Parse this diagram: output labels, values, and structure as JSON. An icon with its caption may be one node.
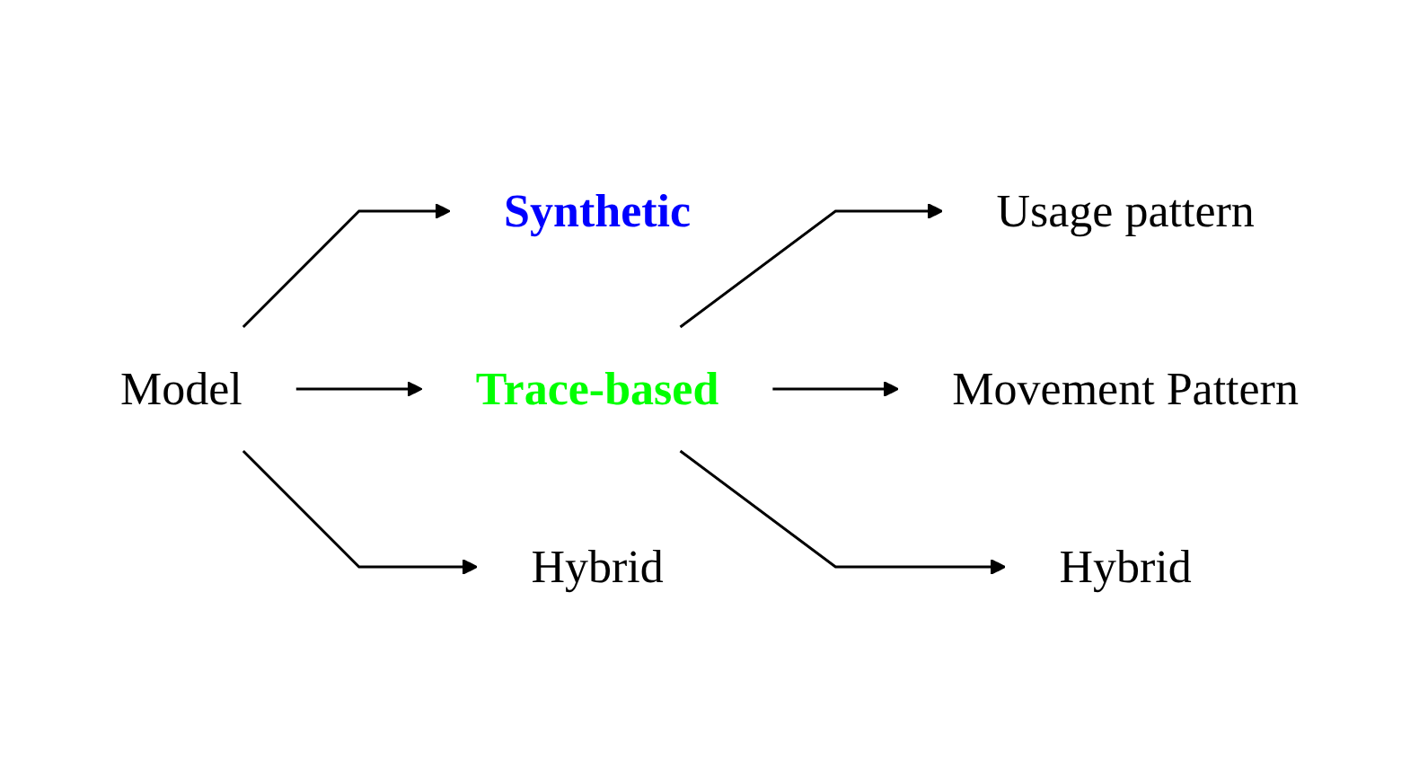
{
  "diagram": {
    "nodes": [
      {
        "text": [
          "Model"
        ]
      },
      {
        "text": [
          "Synthetic"
        ]
      },
      {
        "text": [
          "Trace-based"
        ]
      },
      {
        "text": [
          "Usage pattern"
        ]
      },
      {
        "text": [
          "Movement Pattern"
        ]
      },
      {
        "text": [
          "Hybrid"
        ]
      },
      {
        "text": [
          "Hybrid"
        ]
      }
    ],
    "edges": [
      {
        "from": 0,
        "to": 1,
        "arrow": "to"
      },
      {
        "from": 0,
        "to": 2,
        "arrow": "to"
      },
      {
        "from": 0,
        "to": 6,
        "arrow": "to"
      },
      {
        "from": 2,
        "to": 3,
        "arrow": "to"
      },
      {
        "from": 2,
        "to": 4,
        "arrow": "to"
      },
      {
        "from": 2,
        "to": 5,
        "arrow": "to"
      }
    ]
  }
}
